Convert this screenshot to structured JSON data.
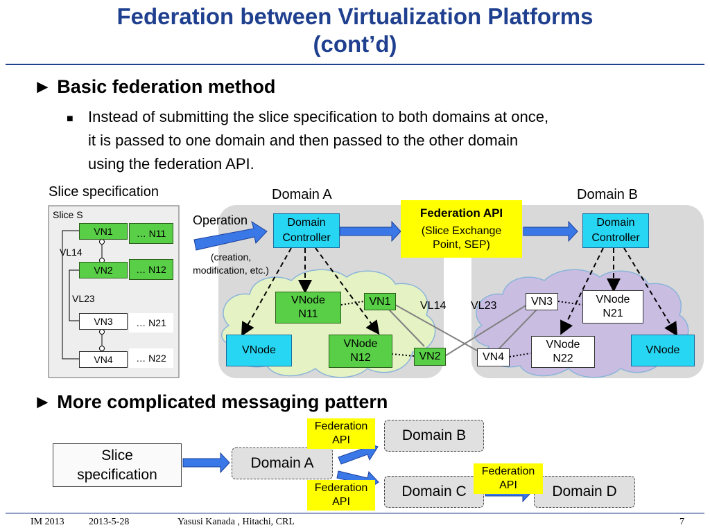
{
  "title": {
    "line1": "Federation between Virtualization Platforms",
    "line2": "(cont’d)"
  },
  "section1": {
    "bullet": "►",
    "heading": "Basic federation method",
    "sub_bullet": "■",
    "text_line1": "Instead of submitting the slice specification to both domains at once,",
    "text_line2": "it is passed to one domain and then passed to the other domain",
    "text_line3": "using the federation API."
  },
  "diagram1": {
    "slice_spec_label": "Slice specification",
    "domain_a_label": "Domain A",
    "domain_b_label": "Domain B",
    "slice_s": "Slice S",
    "vn1": "VN1",
    "vn2": "VN2",
    "vn3": "VN3",
    "vn4": "VN4",
    "n11_tag": "… N11",
    "n12_tag": "… N12",
    "n21_tag": "… N21",
    "n22_tag": "… N22",
    "vl14": "VL14",
    "vl23": "VL23",
    "operation": "Operation",
    "operation_note_line1": "(creation,",
    "operation_note_line2": "modification, etc.)",
    "domain_controller_line1": "Domain",
    "domain_controller_line2": "Controller",
    "federation_api_title": "Federation API",
    "federation_api_sub_line1": "(Slice Exchange",
    "federation_api_sub_line2": "Point, SEP)",
    "vnode": "VNode",
    "vnode_n11_line2": "N11",
    "vnode_n12_line2": "N12",
    "vnode_n21_line2": "N21",
    "vnode_n22_line2": "N22",
    "center_vn1": "VN1",
    "center_vn2": "VN2",
    "center_vn3": "VN3",
    "center_vn4": "VN4",
    "center_vl14": "VL14",
    "center_vl23": "VL23"
  },
  "section2": {
    "bullet": "►",
    "heading": "More complicated messaging pattern"
  },
  "diagram2": {
    "slice_spec_line1": "Slice",
    "slice_spec_line2": "specification",
    "domain_a": "Domain A",
    "domain_b": "Domain B",
    "domain_c": "Domain C",
    "domain_d": "Domain D",
    "fed_api_line1": "Federation",
    "fed_api_line2": "API"
  },
  "footer": {
    "conference": "IM 2013",
    "date": "2013-5-28",
    "author": "Yasusi Kanada , Hitachi, CRL",
    "page": "7"
  },
  "colors": {
    "title": "#1f3f8f",
    "vnode_blue": "#27d6f3",
    "vnode_green": "#58cf46",
    "federation_yellow": "#ffff00",
    "arrow_blue": "#3a78e8"
  }
}
